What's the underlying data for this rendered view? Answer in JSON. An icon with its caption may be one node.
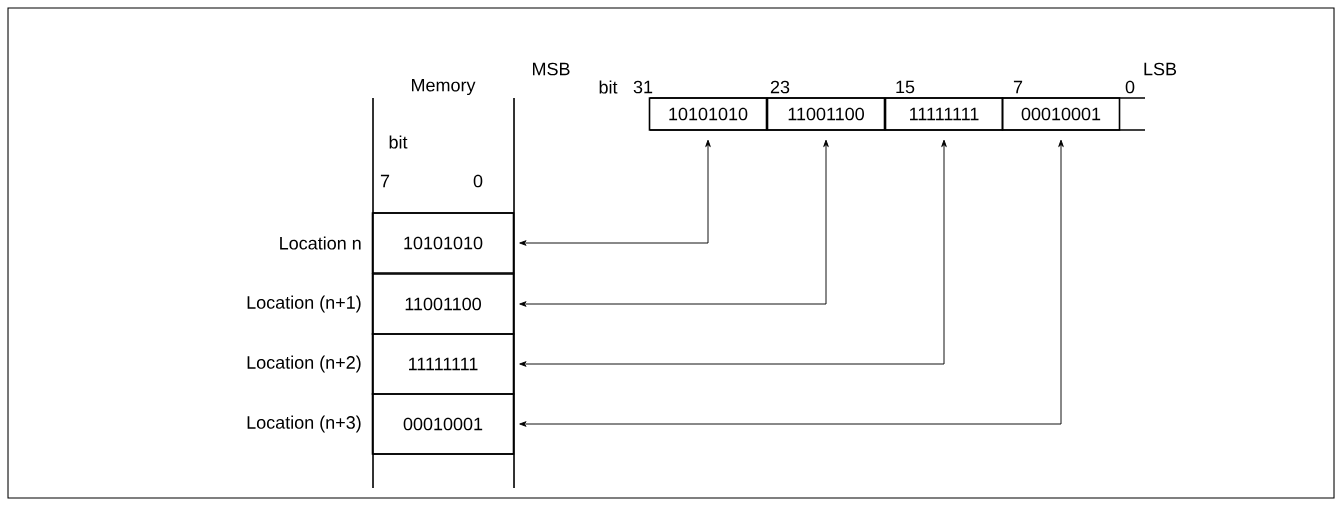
{
  "diagram": {
    "nodes": [
      {
        "text": [
          "10101010"
        ]
      },
      {
        "text": [
          "11001100"
        ]
      },
      {
        "text": [
          "11111111"
        ]
      },
      {
        "text": [
          "00010001"
        ]
      },
      {
        "text": [
          "10101010"
        ],
        "beside": [
          "Location n"
        ]
      },
      {
        "text": [
          "11001100"
        ],
        "beside": [
          "Location (n+1)"
        ]
      },
      {
        "text": [
          "11111111"
        ],
        "beside": [
          "Location (n+2)"
        ]
      },
      {
        "text": [
          "00010001"
        ],
        "beside": [
          "Location (n+3)"
        ]
      }
    ],
    "edges": [
      {
        "from": 0,
        "to": 4,
        "arrow": "both"
      },
      {
        "from": 1,
        "to": 5,
        "arrow": "both"
      },
      {
        "from": 2,
        "to": 6,
        "arrow": "both"
      },
      {
        "from": 3,
        "to": 7,
        "arrow": "both"
      }
    ],
    "labels": [
      "MSB",
      "LSB",
      "Memory",
      "bit",
      "31",
      "23",
      "15",
      "7",
      "0",
      "bit",
      "7",
      "0"
    ]
  }
}
